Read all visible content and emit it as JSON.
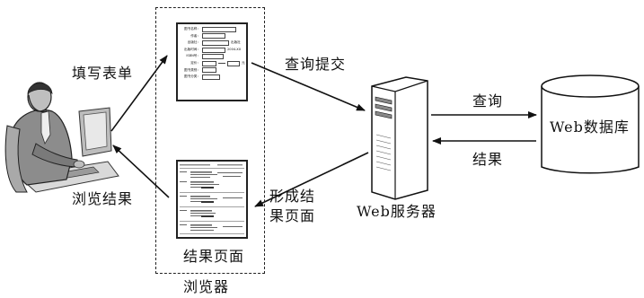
{
  "labels": {
    "fill_form": "填写表单",
    "browse_results": "浏览结果",
    "query_submit": "查询提交",
    "form_result_page": "形成结果页面",
    "web_server": "Web服务器",
    "query": "查询",
    "result": "结果",
    "web_database": "Web数据库",
    "result_page": "结果页面",
    "browser": "浏览器"
  },
  "form_fields": [
    {
      "label": "图书名称：",
      "suffix": ""
    },
    {
      "label": "作者：",
      "suffix": ""
    },
    {
      "label": "出版社：",
      "suffix": "出版社"
    },
    {
      "label": "出版时间：",
      "suffix": "2004-XX"
    },
    {
      "label": "ISBN号：",
      "suffix": ""
    },
    {
      "label": "定价：",
      "suffix": "元"
    },
    {
      "label": "图书类别：",
      "suffix": ""
    },
    {
      "label": "图书分类：",
      "suffix": ""
    }
  ],
  "colors": {
    "stroke": "#111111",
    "server_fill": "#ffffff",
    "person_fill": "#cfcfcf"
  }
}
